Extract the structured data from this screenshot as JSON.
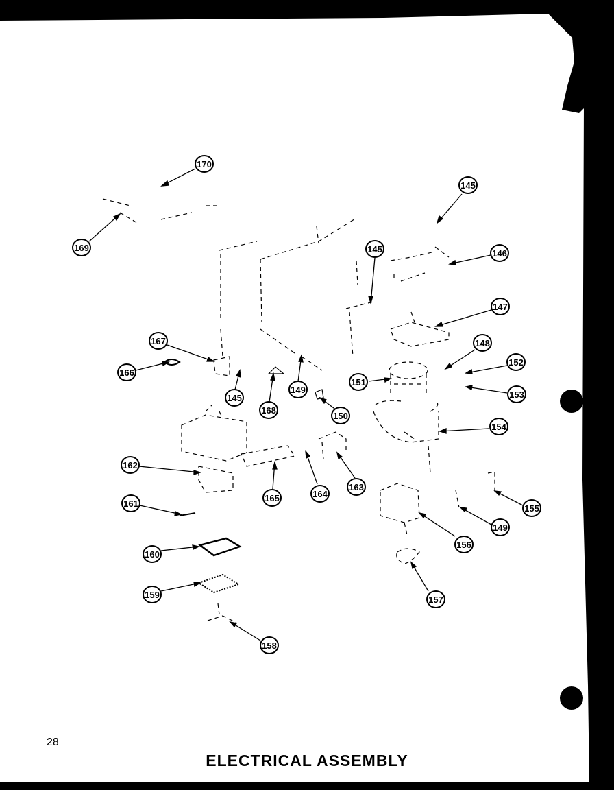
{
  "page_number": "28",
  "title": "ELECTRICAL ASSEMBLY",
  "callouts": [
    {
      "id": "c170",
      "label": "170"
    },
    {
      "id": "c169",
      "label": "169"
    },
    {
      "id": "c145a",
      "label": "145"
    },
    {
      "id": "c145b",
      "label": "145"
    },
    {
      "id": "c146",
      "label": "146"
    },
    {
      "id": "c147",
      "label": "147"
    },
    {
      "id": "c148",
      "label": "148"
    },
    {
      "id": "c152",
      "label": "152"
    },
    {
      "id": "c153",
      "label": "153"
    },
    {
      "id": "c151",
      "label": "151"
    },
    {
      "id": "c154",
      "label": "154"
    },
    {
      "id": "c167",
      "label": "167"
    },
    {
      "id": "c166",
      "label": "166"
    },
    {
      "id": "c145c",
      "label": "145"
    },
    {
      "id": "c168",
      "label": "168"
    },
    {
      "id": "c149a",
      "label": "149"
    },
    {
      "id": "c150",
      "label": "150"
    },
    {
      "id": "c162",
      "label": "162"
    },
    {
      "id": "c165",
      "label": "165"
    },
    {
      "id": "c164",
      "label": "164"
    },
    {
      "id": "c163",
      "label": "163"
    },
    {
      "id": "c161",
      "label": "161"
    },
    {
      "id": "c155",
      "label": "155"
    },
    {
      "id": "c149b",
      "label": "149"
    },
    {
      "id": "c156",
      "label": "156"
    },
    {
      "id": "c160",
      "label": "160"
    },
    {
      "id": "c159",
      "label": "159"
    },
    {
      "id": "c157",
      "label": "157"
    },
    {
      "id": "c158",
      "label": "158"
    }
  ]
}
